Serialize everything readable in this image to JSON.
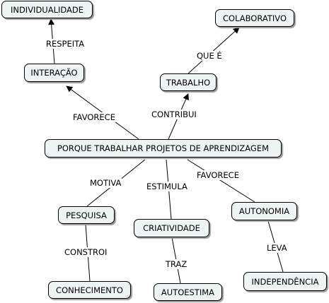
{
  "concepts": {
    "individualidade": "INDIVIDUALIDADE",
    "colaborativo": "COLABORATIVO",
    "interacao": "INTERAÇÃO",
    "trabalho": "TRABALHO",
    "central": "PORQUE TRABALHAR PROJETOS DE APRENDIZAGEM",
    "pesquisa": "PESQUISA",
    "criatividade": "CRIATIVIDADE",
    "autonomia": "AUTONOMIA",
    "conhecimento": "CONHECIMENTO",
    "autoestima": "AUTOESTIMA",
    "independencia": "INDEPENDÊNCIA"
  },
  "links": {
    "respeita": "RESPEITA",
    "que_e": "QUE É",
    "favorece_interacao": "FAVORECE",
    "contribui": "CONTRIBUI",
    "motiva": "MOTIVA",
    "estimula": "ESTIMULA",
    "favorece_autonomia": "FAVORECE",
    "constroi": "CONSTROI",
    "traz": "TRAZ",
    "leva": "LEVA"
  }
}
